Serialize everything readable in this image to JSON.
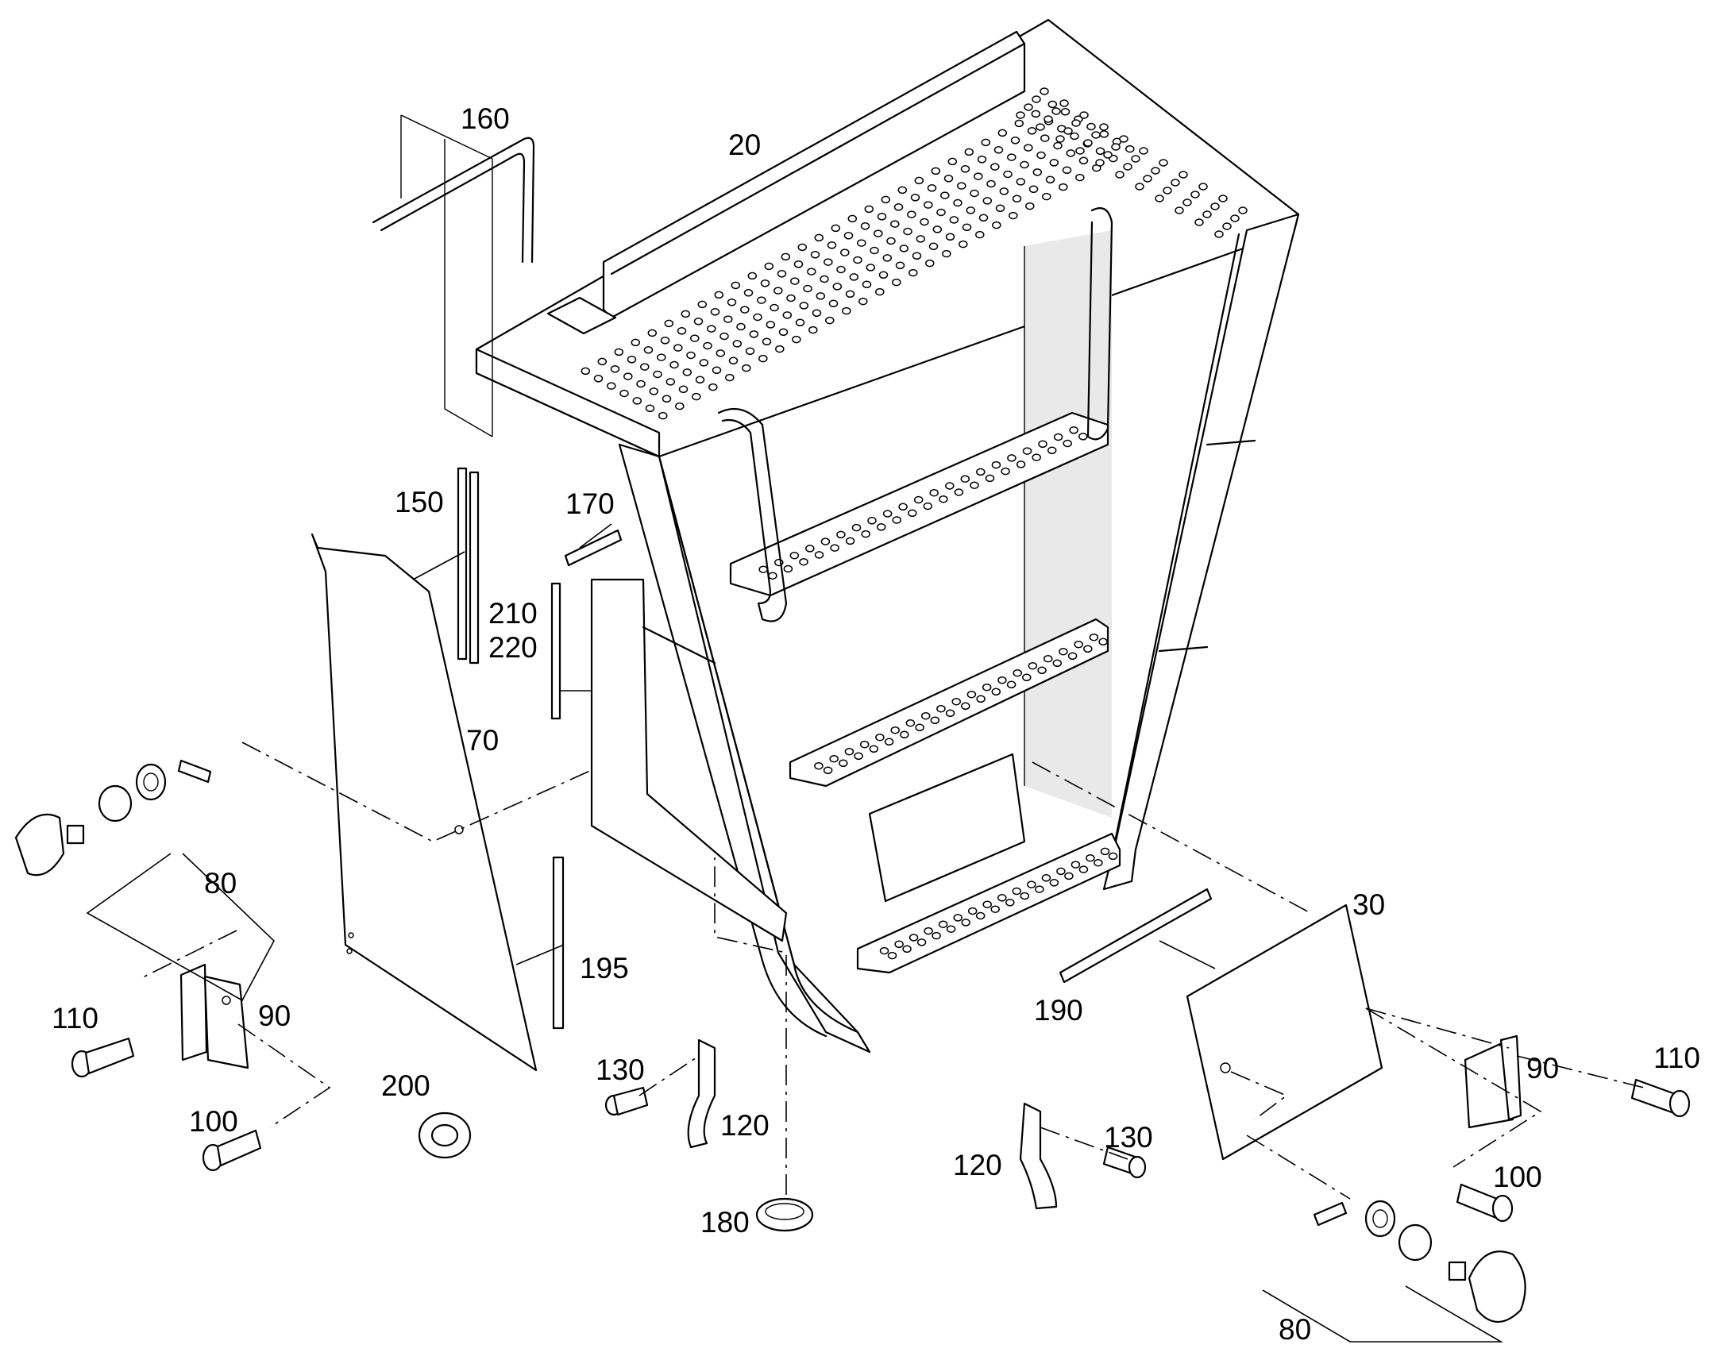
{
  "diagram": {
    "part_numbers": {
      "p20": "20",
      "p160": "160",
      "p150": "150",
      "p170": "170",
      "p210": "210",
      "p220": "220",
      "p70": "70",
      "p80_left": "80",
      "p80_right": "80",
      "p110_left": "110",
      "p110_right": "110",
      "p90_left": "90",
      "p90_right": "90",
      "p100_left": "100",
      "p100_right": "100",
      "p195": "195",
      "p200": "200",
      "p130_left": "130",
      "p130_right": "130",
      "p120_left": "120",
      "p120_right": "120",
      "p180": "180",
      "p190": "190",
      "p30": "30"
    }
  }
}
